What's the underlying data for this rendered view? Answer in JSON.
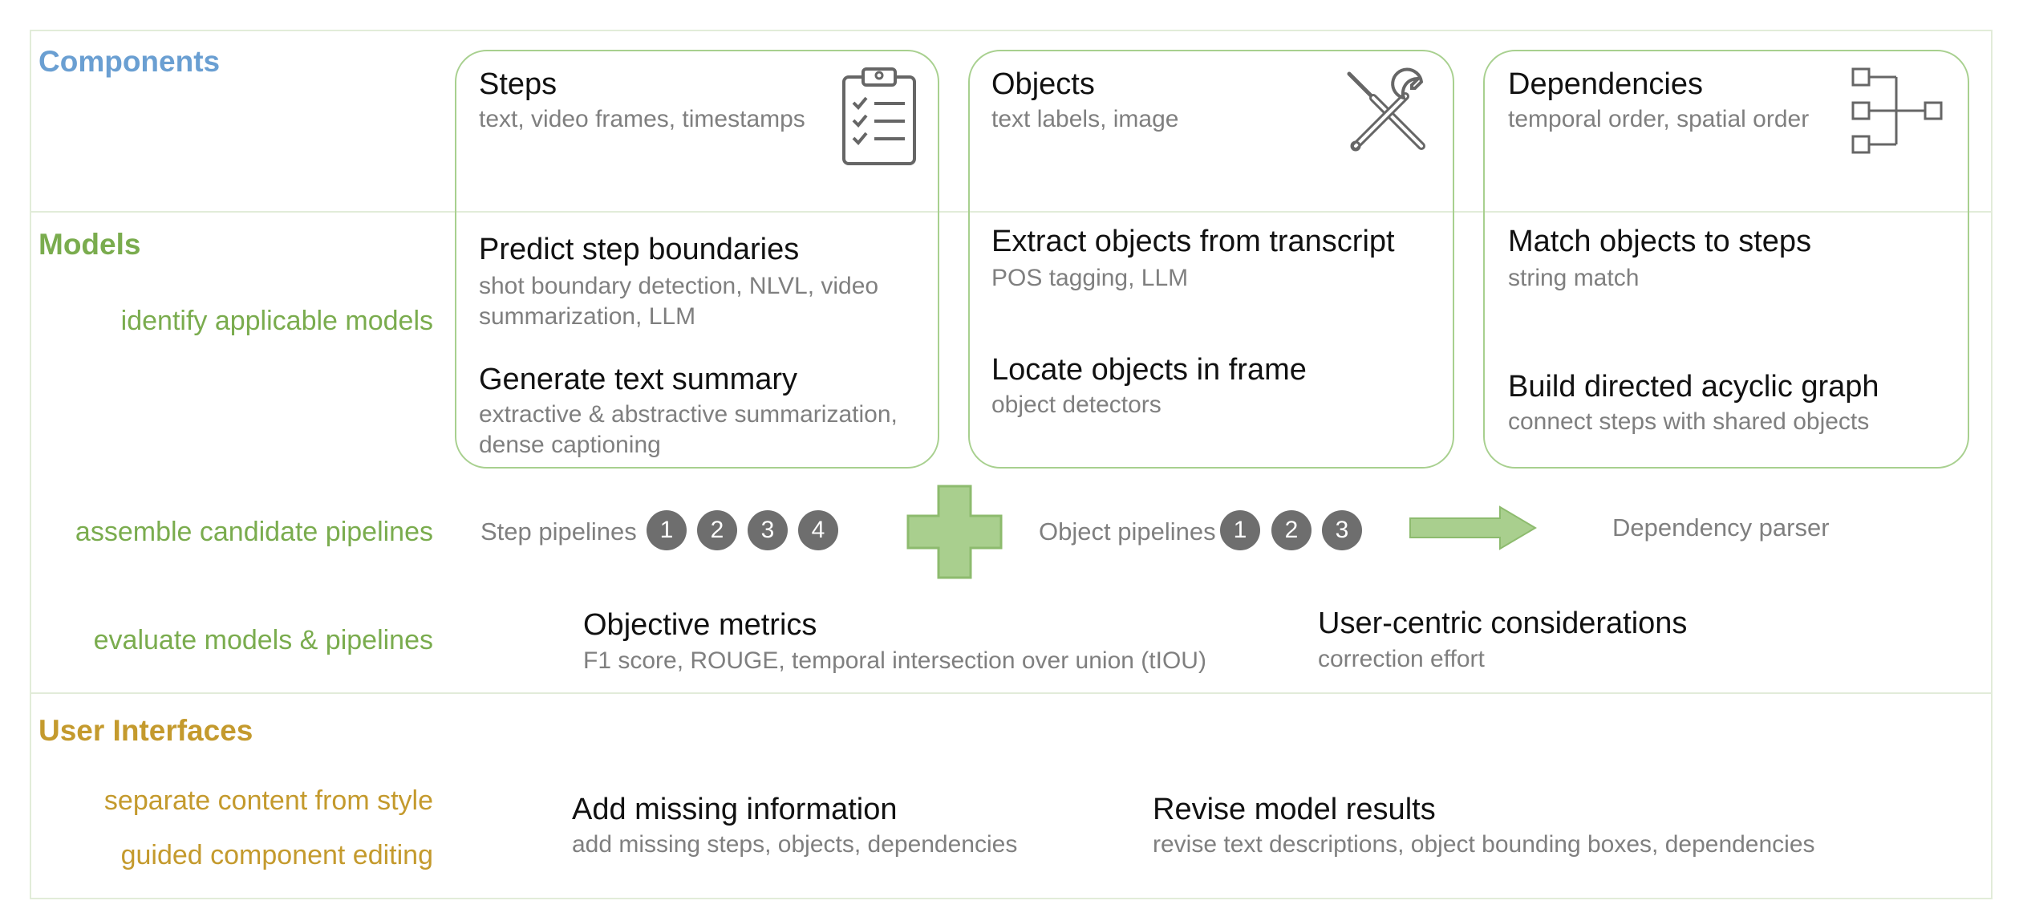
{
  "sections": {
    "components": "Components",
    "models": "Models",
    "user_interfaces": "User Interfaces"
  },
  "model_labels": {
    "identify": "identify applicable models",
    "assemble": "assemble candidate pipelines",
    "evaluate": "evaluate models & pipelines"
  },
  "ui_labels": {
    "separate": "separate content from style",
    "guided": "guided component editing"
  },
  "steps": {
    "title": "Steps",
    "subtitle": "text, video frames, timestamps",
    "icon": "clipboard-checklist-icon",
    "model1_title": "Predict step boundaries",
    "model1_desc": "shot boundary detection, NLVL, video summarization, LLM",
    "model2_title": "Generate text summary",
    "model2_desc": "extractive & abstractive summarization, dense captioning"
  },
  "objects": {
    "title": "Objects",
    "subtitle": "text labels, image",
    "icon": "tools-icon",
    "model1_title": "Extract objects from transcript",
    "model1_desc": "POS tagging, LLM",
    "model2_title": "Locate objects in frame",
    "model2_desc": "object detectors"
  },
  "dependencies": {
    "title": "Dependencies",
    "subtitle": "temporal order, spatial order",
    "icon": "hierarchy-diagram-icon",
    "model1_title": "Match objects to steps",
    "model1_desc": "string match",
    "model2_title": "Build directed acyclic graph",
    "model2_desc": "connect steps with shared objects"
  },
  "pipelines": {
    "step_label": "Step pipelines",
    "step_numbers": [
      "1",
      "2",
      "3",
      "4"
    ],
    "object_label": "Object pipelines",
    "object_numbers": [
      "1",
      "2",
      "3"
    ],
    "dependency_label": "Dependency parser"
  },
  "evaluation": {
    "objective_title": "Objective metrics",
    "objective_desc": "F1 score, ROUGE, temporal intersection over union (tIOU)",
    "user_title": "User-centric considerations",
    "user_desc": "correction effort"
  },
  "interfaces": {
    "add_title": "Add missing information",
    "add_desc": "add missing steps, objects, dependencies",
    "revise_title": "Revise model results",
    "revise_desc": "revise text descriptions, object bounding boxes, dependencies"
  },
  "colors": {
    "components": "#6a9fd2",
    "models": "#7aac4e",
    "user_interfaces": "#c49a2d",
    "card_border": "#a8d08f",
    "plus_fill": "#a9cf8e",
    "number_badge": "#6e6e6e"
  }
}
